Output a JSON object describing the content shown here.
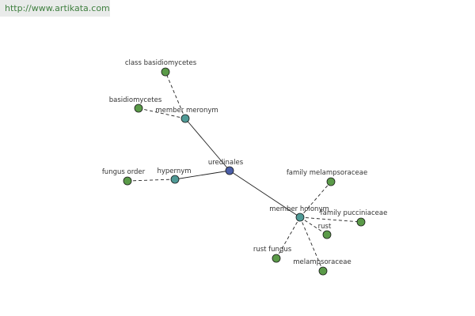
{
  "site_url": "http://www.artikata.com",
  "colors": {
    "center_node": "#4a5ea8",
    "relation_node": "#4f9a96",
    "term_node": "#5a9a48",
    "node_stroke": "#1a1a1a",
    "edge": "#222222"
  },
  "graph": {
    "center": {
      "id": "uredinales",
      "label": "uredinales"
    },
    "relations": [
      {
        "id": "member-meronym",
        "label": "member meronym"
      },
      {
        "id": "hypernym",
        "label": "hypernym"
      },
      {
        "id": "member-holonym",
        "label": "member holonym"
      }
    ],
    "terms": [
      {
        "id": "class-basidiomycetes",
        "label": "class basidiomycetes",
        "relation": "member-meronym"
      },
      {
        "id": "basidiomycetes",
        "label": "basidiomycetes",
        "relation": "member-meronym"
      },
      {
        "id": "fungus-order",
        "label": "fungus order",
        "relation": "hypernym"
      },
      {
        "id": "family-melampsoraceae",
        "label": "family melampsoraceae",
        "relation": "member-holonym"
      },
      {
        "id": "family-pucciniaceae",
        "label": "family pucciniaceae",
        "relation": "member-holonym"
      },
      {
        "id": "rust",
        "label": "rust",
        "relation": "member-holonym"
      },
      {
        "id": "rust-fungus",
        "label": "rust fungus",
        "relation": "member-holonym"
      },
      {
        "id": "melampsoraceae",
        "label": "melampsoraceae",
        "relation": "member-holonym"
      }
    ]
  }
}
